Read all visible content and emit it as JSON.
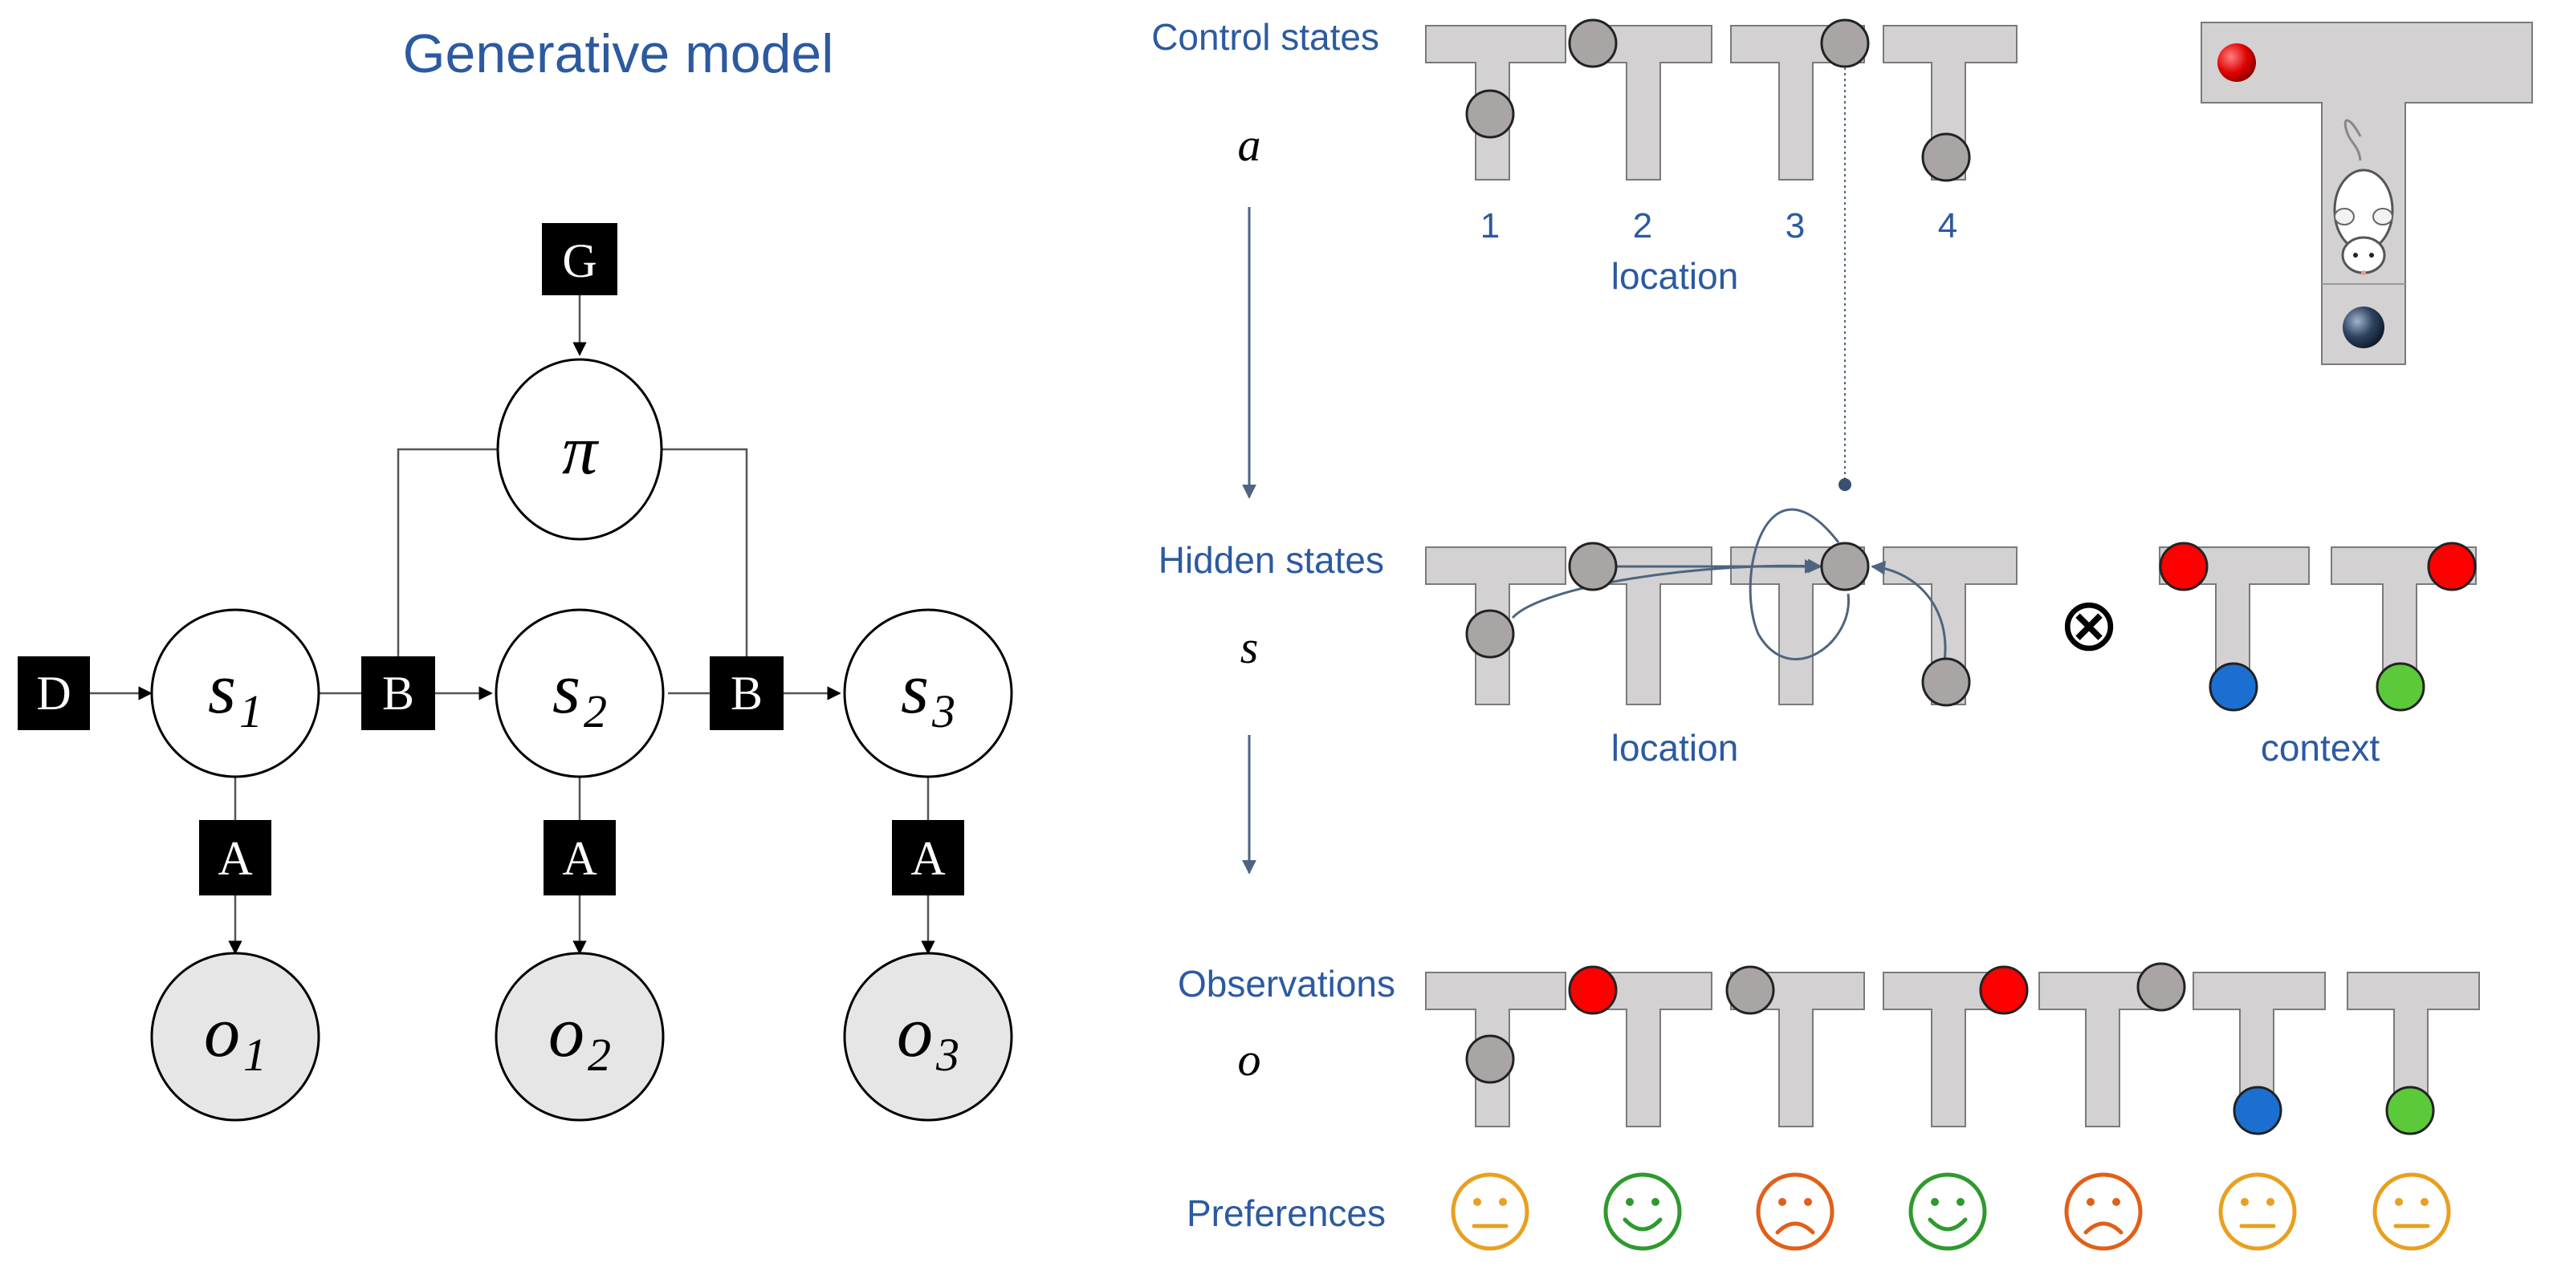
{
  "left_panel": {
    "title": "Generative model",
    "factor_nodes": {
      "G": "G",
      "D": "D",
      "B1": "B",
      "B2": "B",
      "A1": "A",
      "A2": "A",
      "A3": "A"
    },
    "policy_node": "π",
    "state_nodes": [
      {
        "base": "s",
        "sub": "1"
      },
      {
        "base": "s",
        "sub": "2"
      },
      {
        "base": "s",
        "sub": "3"
      }
    ],
    "observation_nodes": [
      {
        "base": "o",
        "sub": "1"
      },
      {
        "base": "o",
        "sub": "2"
      },
      {
        "base": "o",
        "sub": "3"
      }
    ]
  },
  "right_panel": {
    "control_states": {
      "label": "Control states",
      "symbol": "a",
      "location_numbers": [
        "1",
        "2",
        "3",
        "4"
      ],
      "axis_label": "location"
    },
    "hidden_states": {
      "label": "Hidden states",
      "symbol": "s",
      "location_label": "location",
      "product_symbol": "⊗",
      "context_label": "context"
    },
    "observations": {
      "label": "Observations",
      "symbol": "o"
    },
    "preferences": {
      "label": "Preferences",
      "faces": [
        {
          "mood": "neutral",
          "color": "#e8a020"
        },
        {
          "mood": "happy",
          "color": "#2e9a2e"
        },
        {
          "mood": "sad",
          "color": "#e0601a"
        },
        {
          "mood": "happy",
          "color": "#2e9a2e"
        },
        {
          "mood": "sad",
          "color": "#e0601a"
        },
        {
          "mood": "neutral",
          "color": "#e8a020"
        },
        {
          "mood": "neutral",
          "color": "#e8a020"
        }
      ]
    },
    "maze_illustration": {
      "icons": [
        "mouse-icon",
        "red-reward-ball",
        "dark-cue-ball"
      ]
    }
  },
  "colors": {
    "label_blue": "#2c5aa0",
    "maze_gray": "#d3d1d1",
    "ball_gray": "#a9a5a5",
    "ball_red": "#ff0000",
    "ball_blue": "#1a6fd1",
    "ball_green": "#5cc93a"
  }
}
